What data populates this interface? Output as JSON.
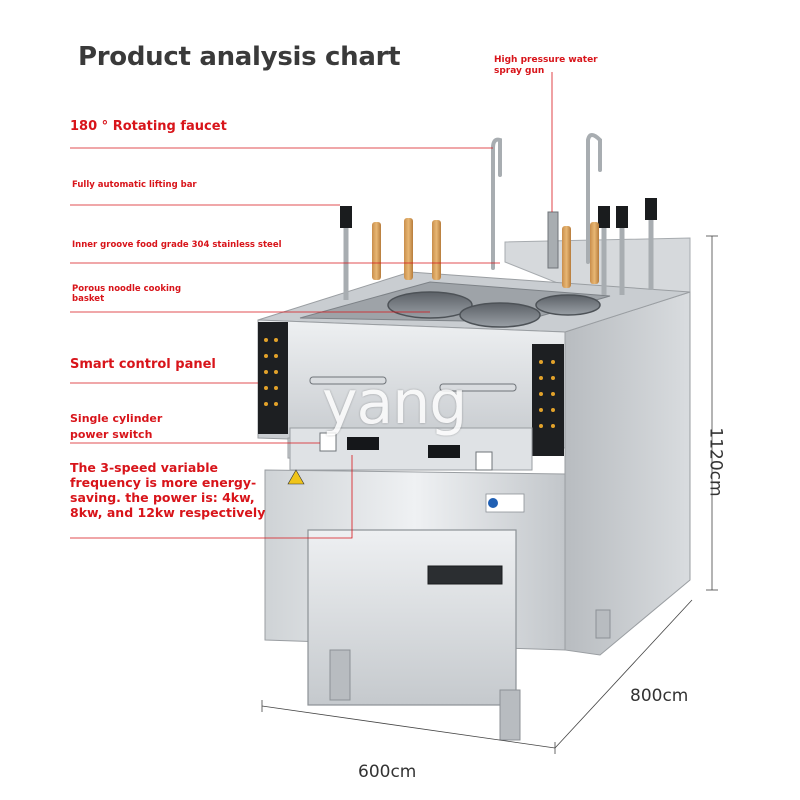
{
  "title": "Product analysis chart",
  "labels": {
    "faucet": "180 ° Rotating faucet",
    "lifting_bar": "Fully automatic lifting bar",
    "inner_groove": "Inner groove food grade 304 stainless steel",
    "basket": "Porous noodle cooking basket",
    "control_panel": "Smart control panel",
    "power_switch": "Single cylinder power switch",
    "variable_frequency": "The 3-speed variable frequency is more energy-saving. the power is: 4kw, 8kw, and 12kw respectively",
    "spray_gun": "High pressure water spray gun"
  },
  "dimensions": {
    "height": "1120cm",
    "depth": "800cm",
    "width": "600cm"
  },
  "watermark": "yang",
  "colors": {
    "label_red": "#d8141a",
    "title_gray": "#3a3a3a",
    "steel_light": "#e4e6e8",
    "steel_mid": "#c3c7cb",
    "steel_dark": "#8c9196"
  }
}
